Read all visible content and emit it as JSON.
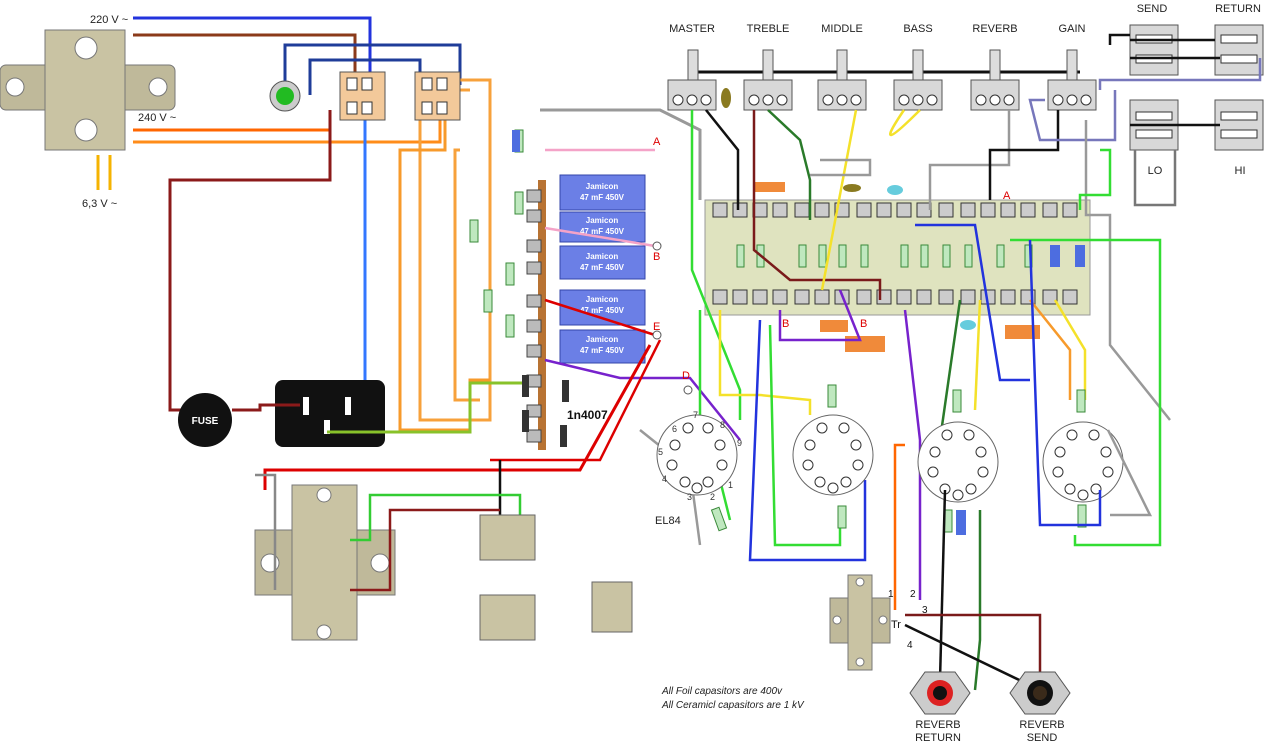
{
  "transformer_labels": {
    "v220": "220 V ~",
    "v240": "240 V ~",
    "v63": "6,3 V ~"
  },
  "fuse_label": "FUSE",
  "diode_label": "1n4007",
  "capacitor": {
    "brand": "Jamicon",
    "value": "47 mF  450V"
  },
  "capacitor_count": 5,
  "pot_labels": [
    "MASTER",
    "TREBLE",
    "MIDDLE",
    "BASS",
    "REVERB",
    "GAIN"
  ],
  "jack_labels": {
    "send": "SEND",
    "return": "RETURN",
    "lo": "LO",
    "hi": "HI"
  },
  "point_labels": {
    "A": "A",
    "B": "B",
    "D": "D",
    "E": "E"
  },
  "tube_pin_numbers": [
    "1",
    "2",
    "3",
    "4",
    "5",
    "6",
    "7",
    "8",
    "9"
  ],
  "tube_name": "EL84",
  "reverb_transformer": {
    "label": "Tr",
    "pins": [
      "1",
      "2",
      "3",
      "4"
    ]
  },
  "reverb_jacks": {
    "return": [
      "REVERB",
      "RETURN"
    ],
    "send": [
      "REVERB",
      "SEND"
    ]
  },
  "notes": [
    "All Foil capasitors are 400v",
    "All Ceramicl capasitors are 1 kV"
  ],
  "colors": {
    "board": "#dfe3bf",
    "transformer": "#c9c3a3",
    "capacitor": "#6b7fe6",
    "fuse": "#111111",
    "label_red": "#dd0000"
  }
}
